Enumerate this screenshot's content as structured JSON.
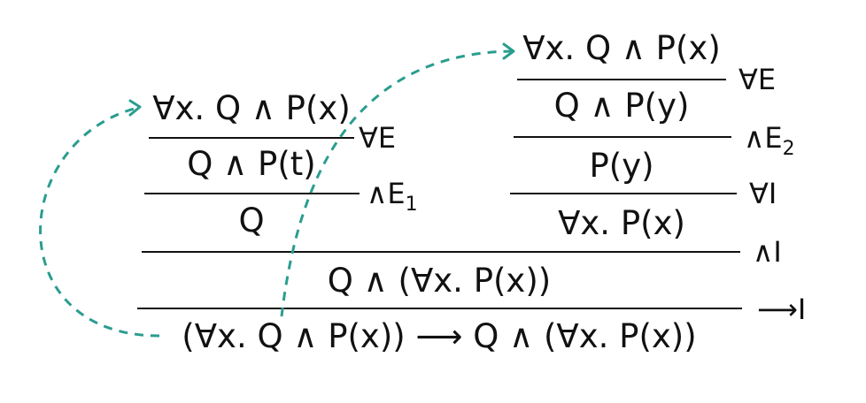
{
  "proof_tree": {
    "left_branch": {
      "assumption": "∀x. Q ∧ P(x)",
      "step1": "Q ∧ P(t)",
      "step1_rule": "∀E",
      "step2": "Q",
      "step2_rule": "∧E",
      "step2_rule_subscript": "1"
    },
    "right_branch": {
      "assumption": "∀x. Q ∧ P(x)",
      "step1": "Q ∧ P(y)",
      "step1_rule": "∀E",
      "step2": "P(y)",
      "step2_rule": "∧E",
      "step2_rule_subscript": "2",
      "step3": "∀x. P(x)",
      "step3_rule": "∀I"
    },
    "conjunction": "Q ∧ (∀x. P(x))",
    "conjunction_rule": "∧I",
    "conclusion": "(∀x. Q ∧ P(x)) ⟶ Q ∧ (∀x. P(x))",
    "conclusion_rule": "⟶I"
  },
  "colors": {
    "arrow": "#2a9d8f",
    "text": "#111111"
  }
}
